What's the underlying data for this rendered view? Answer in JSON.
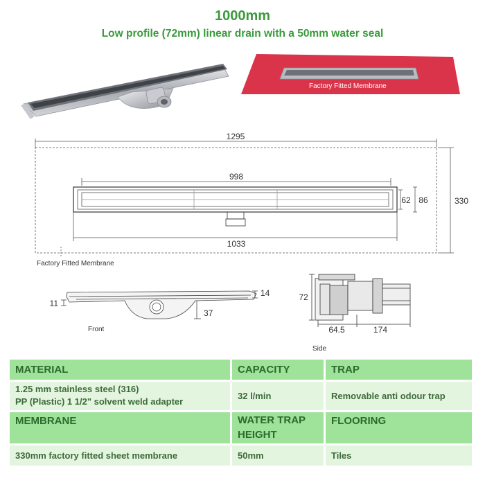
{
  "header": {
    "title": "1000mm",
    "subtitle": "Low profile (72mm) linear drain with a 50mm water seal"
  },
  "photos": {
    "membrane_label": "Factory Fitted Membrane",
    "membrane_color": "#d9344a"
  },
  "drawing": {
    "plan": {
      "overall_width": "1295",
      "overall_height": "330",
      "grate_length": "998",
      "body_length": "1033",
      "inner_width": "62",
      "outer_width": "86",
      "membrane_label": "Factory Fitted Membrane"
    },
    "front": {
      "label": "Front",
      "left_height": "11",
      "right_height": "14",
      "outlet_depth": "37"
    },
    "side": {
      "label": "Side",
      "height": "72",
      "outlet_offset": "64.5",
      "outlet_length": "174"
    }
  },
  "spec_table": {
    "colors": {
      "header_bg": "#9fe29a",
      "value_bg": "#e4f5df",
      "text": "#2d6a2d"
    },
    "row1_headers": [
      "MATERIAL",
      "CAPACITY",
      "TRAP"
    ],
    "row1_values": {
      "material_line1": "1.25 mm stainless steel (316)",
      "material_line2": "PP (Plastic) 1 1/2\" solvent weld adapter",
      "capacity": "32 l/min",
      "trap": "Removable anti odour trap"
    },
    "row2_headers": {
      "membrane": "MEMBRANE",
      "water_trap_line1": "WATER TRAP",
      "water_trap_line2": "HEIGHT",
      "flooring": "FLOORING"
    },
    "row2_values": [
      "330mm factory fitted sheet membrane",
      "50mm",
      "Tiles"
    ]
  }
}
